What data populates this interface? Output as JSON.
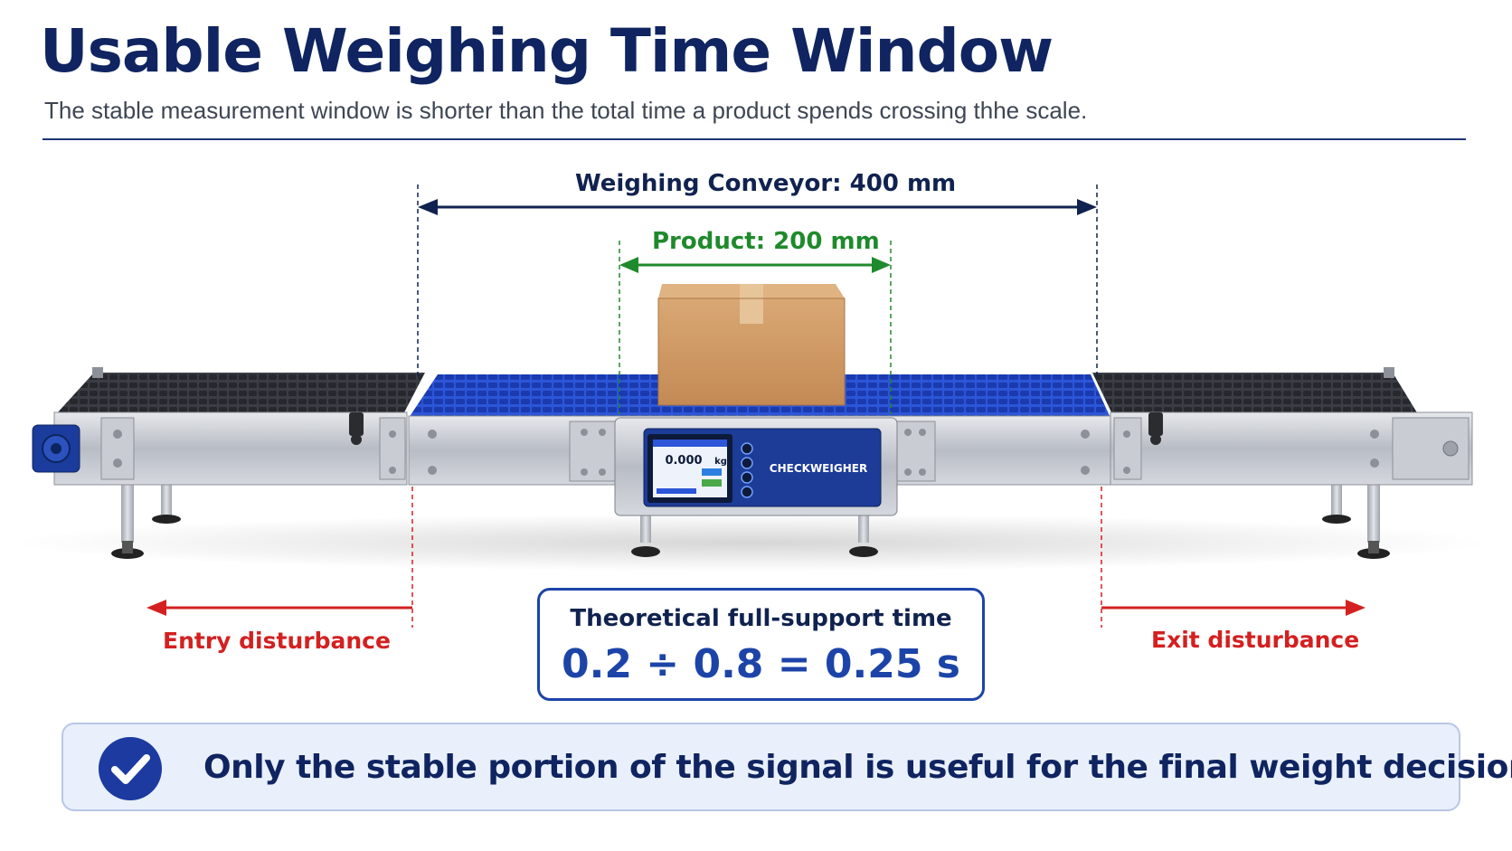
{
  "header": {
    "title": "Usable Weighing Time Window",
    "subtitle": "The stable measurement window is shorter than the total time a product spends crossing thhe scale."
  },
  "dimensions": {
    "conveyor_label": "Weighing Conveyor: 400 mm",
    "product_label": "Product: 200 mm"
  },
  "disturbance": {
    "entry_label": "Entry disturbance",
    "exit_label": "Exit disturbance"
  },
  "calculation": {
    "title": "Theoretical full-support time",
    "equation": "0.2 ÷ 0.8 = 0.25 s"
  },
  "machine": {
    "panel_label": "CHECKWEIGHER",
    "display_value": "0.000",
    "display_unit": "kg"
  },
  "footer_note": {
    "text": "Only the stable portion of the signal is useful for the final weight decision."
  },
  "colors": {
    "title": "#0f2460",
    "conveyor_dim": "#10224f",
    "product_dim": "#1f8a2c",
    "disturbance": "#d42020",
    "accent_blue": "#1c44a8",
    "belt_blue": "#1f45c4"
  }
}
